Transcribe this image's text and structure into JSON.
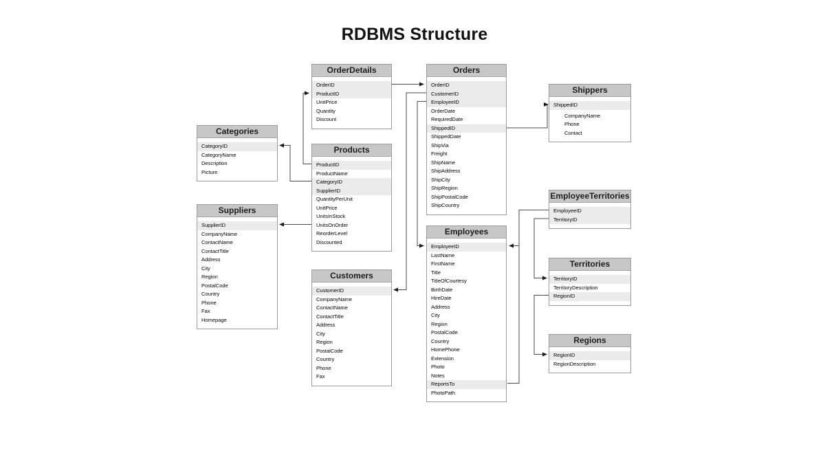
{
  "title": "RDBMS Structure",
  "tables": [
    {
      "name": "OrderDetails",
      "fields": [
        {
          "label": "OrderID",
          "hl": true
        },
        {
          "label": "ProductID",
          "hl": true
        },
        {
          "label": "UnitPrice"
        },
        {
          "label": "Quantity"
        },
        {
          "label": "Discount"
        }
      ]
    },
    {
      "name": "Orders",
      "fields": [
        {
          "label": "OrderID",
          "hl": true
        },
        {
          "label": "CustomerID",
          "hl": true
        },
        {
          "label": "EmployeeID",
          "hl": true
        },
        {
          "label": "OrderDate"
        },
        {
          "label": "RequiredDate"
        },
        {
          "label": "ShippedID",
          "hl": true
        },
        {
          "label": "ShippedDate"
        },
        {
          "label": "ShipVia"
        },
        {
          "label": "Freight"
        },
        {
          "label": "ShipName"
        },
        {
          "label": "ShipAddress"
        },
        {
          "label": "ShipCity"
        },
        {
          "label": "ShipRegion"
        },
        {
          "label": "ShipPostalCode"
        },
        {
          "label": "ShipCountry"
        }
      ]
    },
    {
      "name": "Shippers",
      "fields": [
        {
          "label": "ShippedID",
          "hl": true
        },
        {
          "label": "CompanyName",
          "indent": true,
          "gap": true
        },
        {
          "label": "Phone",
          "indent": true
        },
        {
          "label": "Contact",
          "indent": true
        }
      ]
    },
    {
      "name": "Categories",
      "fields": [
        {
          "label": "CategoryID",
          "hl": true
        },
        {
          "label": "CategoryName"
        },
        {
          "label": "Description"
        },
        {
          "label": "Picture"
        }
      ]
    },
    {
      "name": "Products",
      "fields": [
        {
          "label": "ProductID",
          "hl": true
        },
        {
          "label": "ProductName"
        },
        {
          "label": "CategoryID",
          "hl": true
        },
        {
          "label": "SupplierID",
          "hl": true
        },
        {
          "label": "QuantityPerUnit"
        },
        {
          "label": "UnitPrice"
        },
        {
          "label": "UnitsInStock"
        },
        {
          "label": "UnitsOnOrder"
        },
        {
          "label": "ReorderLevel"
        },
        {
          "label": "Discounted"
        }
      ]
    },
    {
      "name": "Suppliers",
      "fields": [
        {
          "label": "SupplierID",
          "hl": true
        },
        {
          "label": "CompanyName"
        },
        {
          "label": "ContactName"
        },
        {
          "label": "ContactTitle"
        },
        {
          "label": "Address"
        },
        {
          "label": "City"
        },
        {
          "label": "Region"
        },
        {
          "label": "PostalCode"
        },
        {
          "label": "Country"
        },
        {
          "label": "Phone"
        },
        {
          "label": "Fax"
        },
        {
          "label": "Homepage"
        }
      ]
    },
    {
      "name": "Customers",
      "fields": [
        {
          "label": "CustomerID",
          "hl": true
        },
        {
          "label": "CompanyName"
        },
        {
          "label": "ContactName"
        },
        {
          "label": "ContactTitle"
        },
        {
          "label": "Address"
        },
        {
          "label": "City"
        },
        {
          "label": "Region"
        },
        {
          "label": "PostalCode"
        },
        {
          "label": "Country"
        },
        {
          "label": "Phone"
        },
        {
          "label": "Fax"
        }
      ]
    },
    {
      "name": "Employees",
      "fields": [
        {
          "label": "EmployeeID",
          "hl": true
        },
        {
          "label": "LastName"
        },
        {
          "label": "FirstName"
        },
        {
          "label": "Title"
        },
        {
          "label": "TitleOfCourtesy"
        },
        {
          "label": "BirthDate"
        },
        {
          "label": "HireDate"
        },
        {
          "label": "Address"
        },
        {
          "label": "City"
        },
        {
          "label": "Region"
        },
        {
          "label": "PostalCode"
        },
        {
          "label": "Country"
        },
        {
          "label": "HomePhone"
        },
        {
          "label": "Extension"
        },
        {
          "label": "Photo"
        },
        {
          "label": "Notes"
        },
        {
          "label": "ReportsTo",
          "hl": true
        },
        {
          "label": "PhotoPath"
        }
      ]
    },
    {
      "name": "EmployeeTerritories",
      "fields": [
        {
          "label": "EmployeeID",
          "hl": true
        },
        {
          "label": "TerritoryID",
          "hl": true
        }
      ]
    },
    {
      "name": "Territories",
      "fields": [
        {
          "label": "TerritoryID",
          "hl": true
        },
        {
          "label": "TerritoryDescription"
        },
        {
          "label": "RegionID",
          "hl": true
        }
      ]
    },
    {
      "name": "Regions",
      "fields": [
        {
          "label": "RegionID",
          "hl": true
        },
        {
          "label": "RegionDescription"
        }
      ]
    }
  ],
  "connections": [
    {
      "from": "OrderDetails.OrderID",
      "to": "Orders.OrderID"
    },
    {
      "from": "Products.ProductID",
      "to": "OrderDetails.ProductID"
    },
    {
      "from": "Products.CategoryID",
      "to": "Categories.CategoryID"
    },
    {
      "from": "Products.SupplierID",
      "to": "Suppliers.SupplierID"
    },
    {
      "from": "Orders.CustomerID",
      "to": "Customers.CustomerID"
    },
    {
      "from": "Orders.EmployeeID",
      "to": "Employees.EmployeeID"
    },
    {
      "from": "Orders.ShippedID",
      "to": "Shippers.ShippedID"
    },
    {
      "from": "EmployeeTerritories.EmployeeID",
      "to": "Employees.EmployeeID"
    },
    {
      "from": "Employees.ReportsTo",
      "to": "Employees.EmployeeID"
    },
    {
      "from": "EmployeeTerritories.TerritoryID",
      "to": "Territories.TerritoryID"
    },
    {
      "from": "Territories.RegionID",
      "to": "Regions.RegionID"
    }
  ],
  "colors": {
    "header_bg": "#c7c7c7",
    "row_highlight": "#ebebeb",
    "table_border": "#9b9b9b",
    "connector": "#4a4a4a",
    "background": "#ffffff"
  }
}
